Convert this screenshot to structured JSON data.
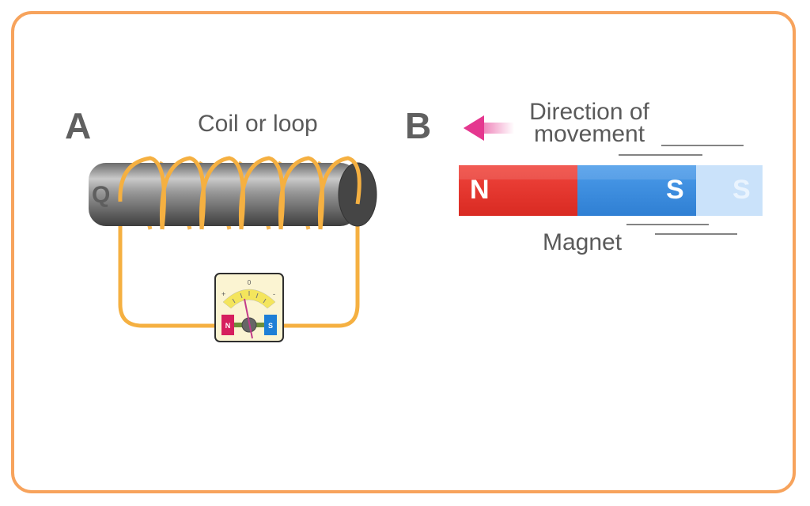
{
  "panel_a": {
    "letter": "A",
    "coil_label": "Coil or loop",
    "rod_label": "Q",
    "galvanometer": {
      "north": "N",
      "south": "S",
      "zero": "0",
      "plus": "+",
      "minus": "-"
    }
  },
  "panel_b": {
    "letter": "B",
    "direction_line1": "Direction of",
    "direction_line2": "movement",
    "magnet_label": "Magnet",
    "north": "N",
    "south": "S",
    "south_ghost": "S"
  },
  "colors": {
    "frame": "#F7A35C",
    "coil": "#F5B041",
    "north": "#E8332E",
    "south": "#3D8FE0",
    "arrow": "#E5378F"
  }
}
